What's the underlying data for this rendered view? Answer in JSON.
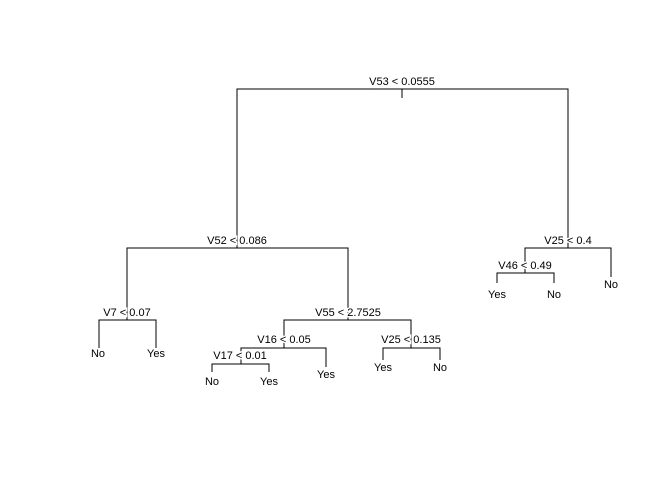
{
  "tree": {
    "root": {
      "split": "V53 < 0.0555",
      "left": {
        "split": "V52 < 0.086",
        "left": {
          "split": "V7 < 0.07",
          "left": "No",
          "right": "Yes"
        },
        "right": {
          "split": "V55 < 2.7525",
          "left": {
            "split": "V16 < 0.05",
            "left": {
              "split": "V17 < 0.01",
              "left": "No",
              "right": "Yes"
            },
            "right": "Yes"
          },
          "right": {
            "split": "V25 < 0.135",
            "left": "Yes",
            "right": "No"
          }
        }
      },
      "right": {
        "split": "V25 < 0.4",
        "left": {
          "split": "V46 < 0.49",
          "left": "Yes",
          "right": "No"
        },
        "right": "No"
      }
    }
  }
}
